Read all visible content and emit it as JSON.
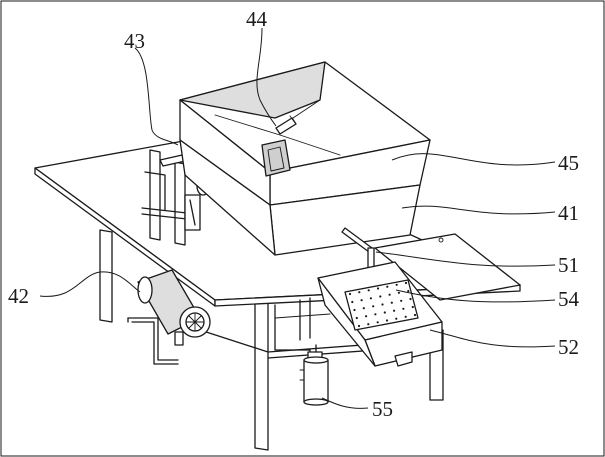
{
  "labels": [
    {
      "id": "41",
      "text": "41"
    },
    {
      "id": "42",
      "text": "42"
    },
    {
      "id": "43",
      "text": "43"
    },
    {
      "id": "44",
      "text": "44"
    },
    {
      "id": "45",
      "text": "45"
    },
    {
      "id": "51",
      "text": "51"
    },
    {
      "id": "52",
      "text": "52"
    },
    {
      "id": "54",
      "text": "54"
    },
    {
      "id": "55",
      "text": "55"
    }
  ]
}
